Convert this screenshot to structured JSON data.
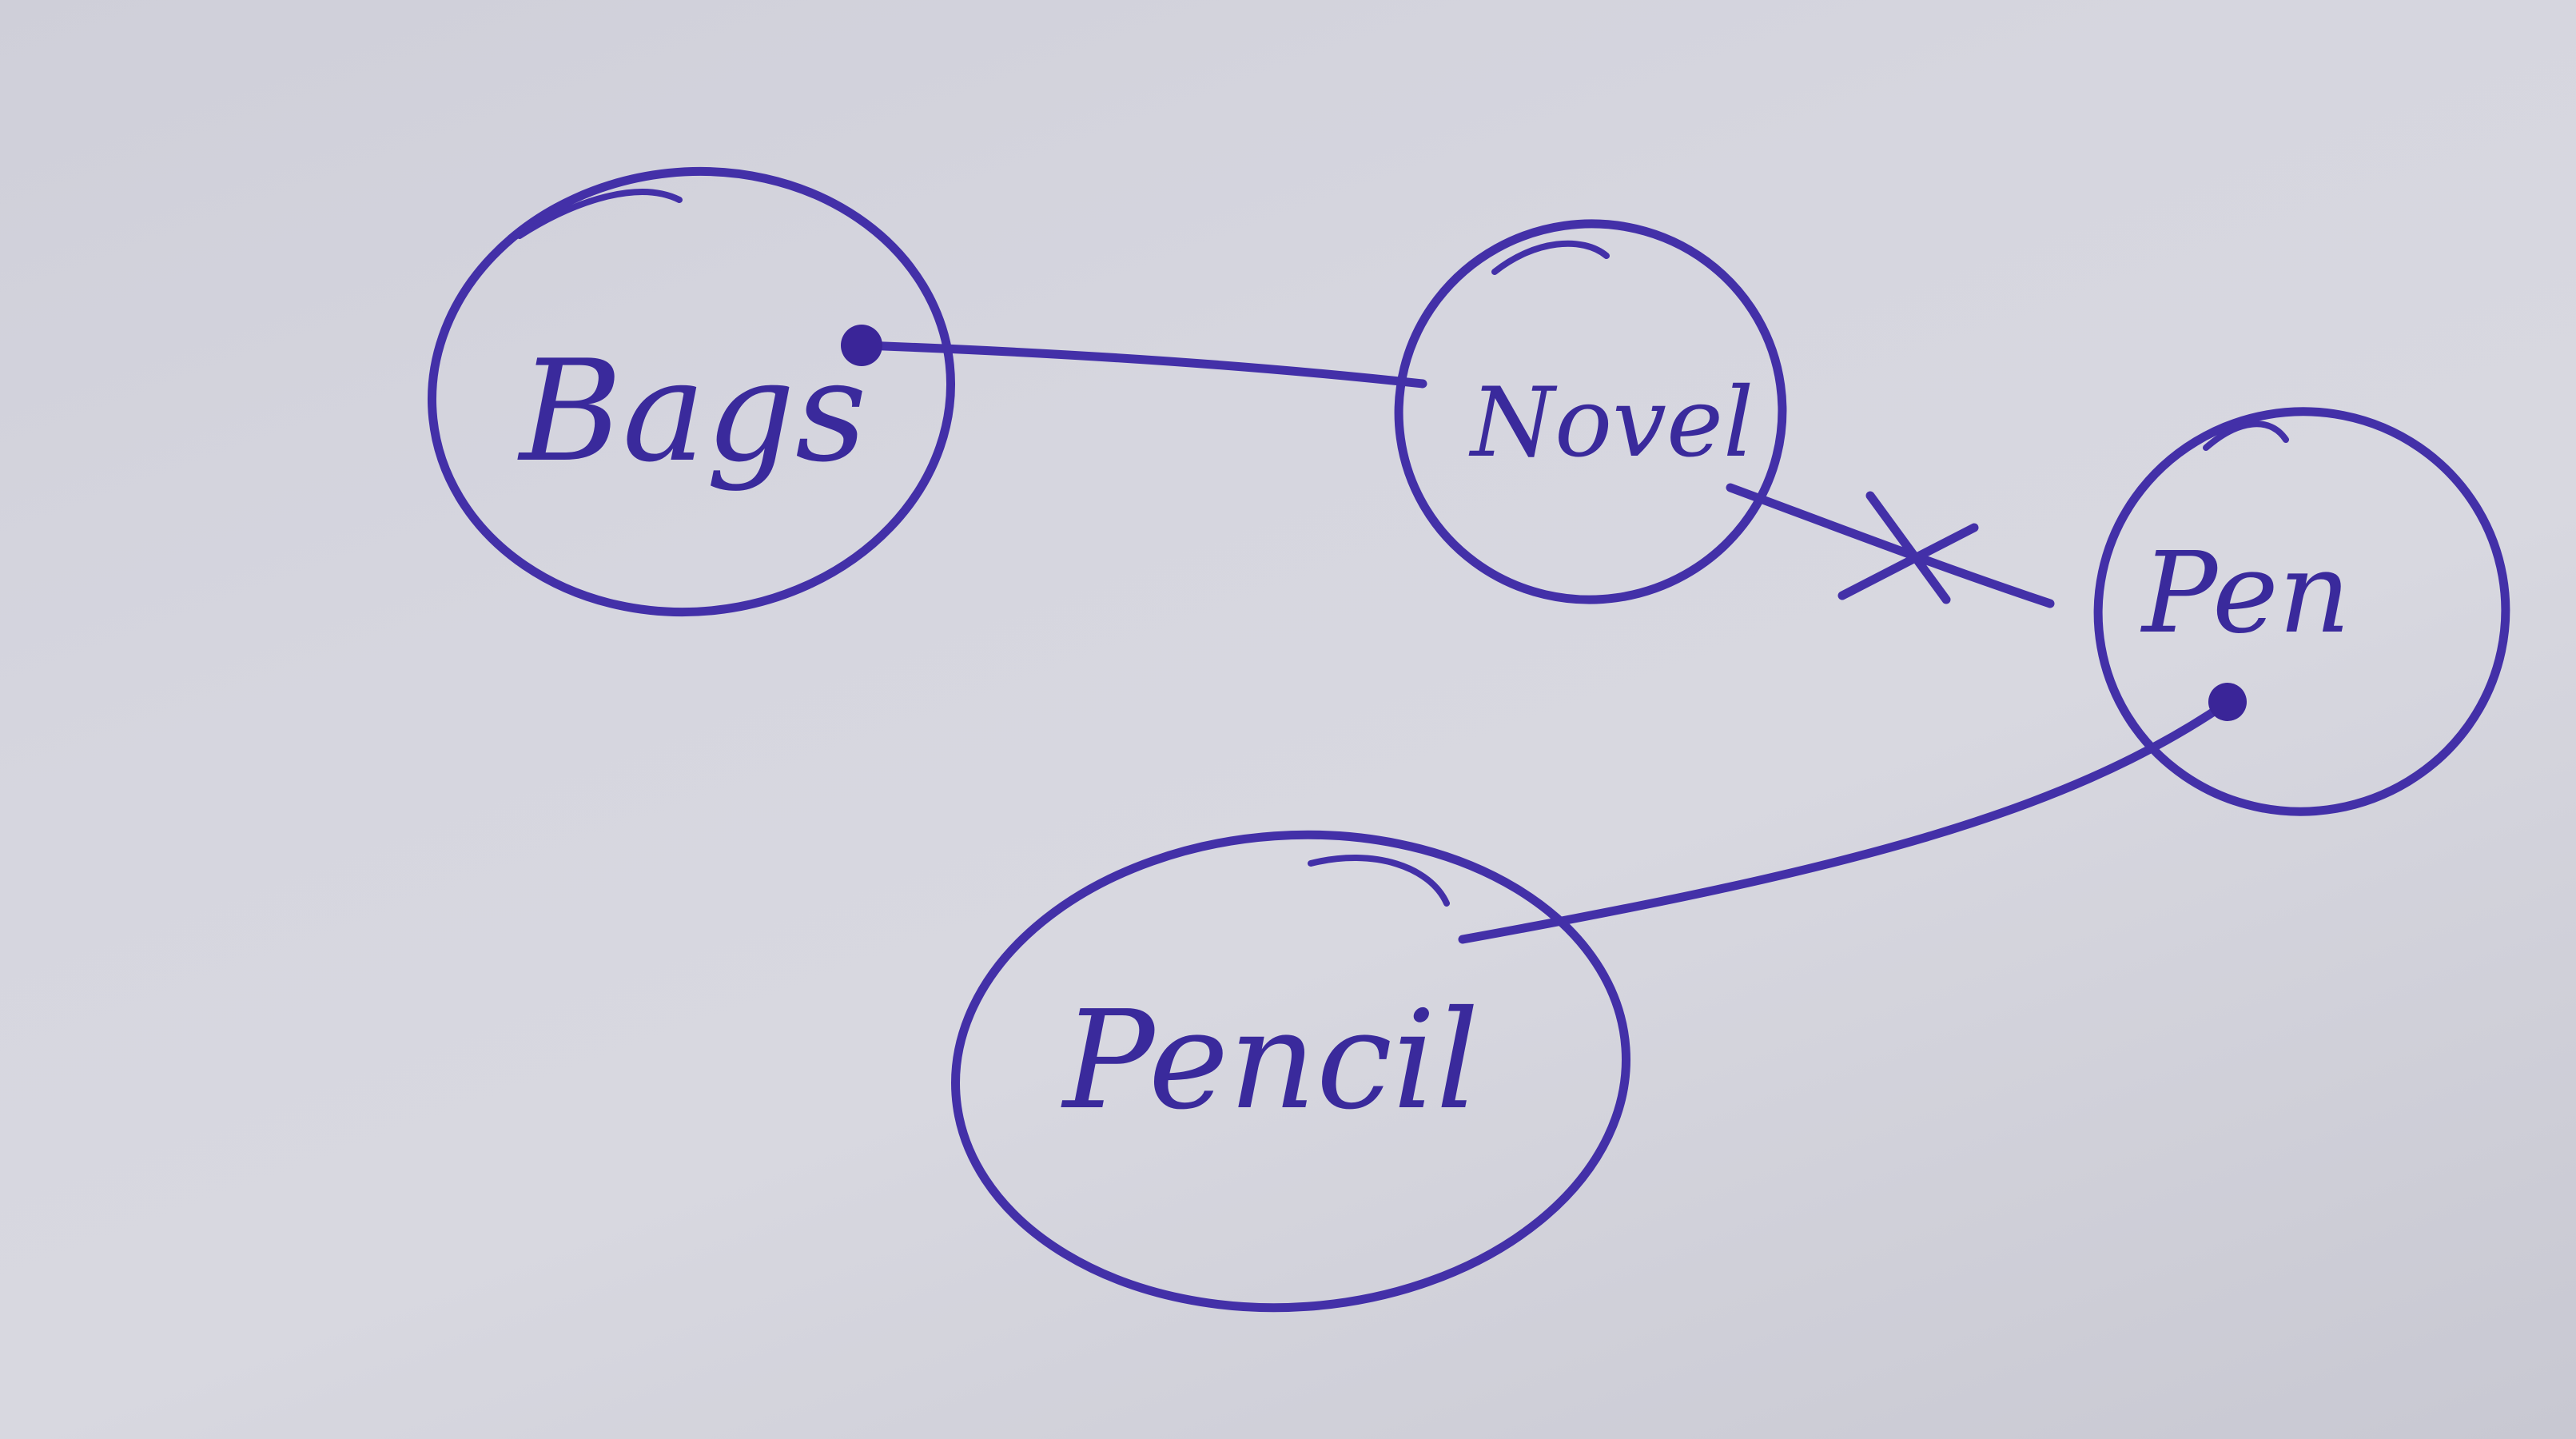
{
  "diagram": {
    "ink_color": "#4330a8",
    "nodes": [
      {
        "id": "bags",
        "label": "Bags"
      },
      {
        "id": "novel",
        "label": "Novel"
      },
      {
        "id": "pen",
        "label": "Pen"
      },
      {
        "id": "pencil",
        "label": "Pencil"
      }
    ],
    "edges": [
      {
        "from": "bags",
        "to": "novel",
        "marker": "dot-at-from"
      },
      {
        "from": "novel",
        "to": "pen",
        "marker": "cross"
      },
      {
        "from": "pen",
        "to": "pencil",
        "marker": "dot-at-from"
      }
    ]
  }
}
